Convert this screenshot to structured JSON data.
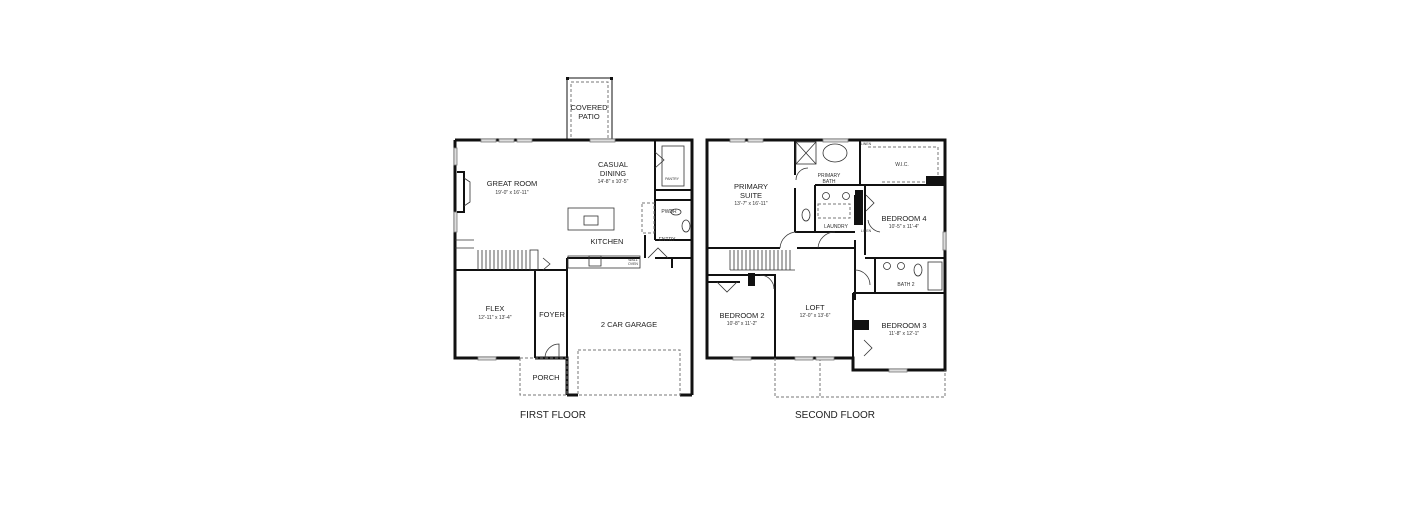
{
  "first_floor": {
    "title": "FIRST FLOOR",
    "rooms": {
      "covered_patio": [
        "COVERED",
        "PATIO"
      ],
      "great_room": {
        "name": "GREAT ROOM",
        "dims": "19'-0\" x 16'-11\""
      },
      "casual_dining": {
        "name": [
          "CASUAL",
          "DINING"
        ],
        "dims": "14'-8\" x 10'-5\""
      },
      "pantry": "PANTRY",
      "pwdr": "PWDR",
      "entry": "ENTRY",
      "kitchen": "KITCHEN",
      "wall_oven": [
        "WALL",
        "OVEN"
      ],
      "flex": {
        "name": "FLEX",
        "dims": "12'-11\" x 13'-4\""
      },
      "foyer": "FOYER",
      "porch": "PORCH",
      "garage": "2 CAR GARAGE"
    }
  },
  "second_floor": {
    "title": "SECOND FLOOR",
    "rooms": {
      "primary_suite": {
        "name": [
          "PRIMARY",
          "SUITE"
        ],
        "dims": "13'-7\" x 16'-11\""
      },
      "primary_bath": [
        "PRIMARY",
        "BATH"
      ],
      "wic": "W.I.C.",
      "linen1": "LINEN",
      "linen2": "LINEN",
      "laundry": "LAUNDRY",
      "bedroom4": {
        "name": "BEDROOM 4",
        "dims": "10'-5\" x 11'-4\""
      },
      "bath2": "BATH 2",
      "bedroom2": {
        "name": "BEDROOM 2",
        "dims": "10'-8\" x 11'-2\""
      },
      "loft": {
        "name": "LOFT",
        "dims": "12'-0\" x 13'-6\""
      },
      "bedroom3": {
        "name": "BEDROOM 3",
        "dims": "11'-8\" x 12'-1\""
      }
    }
  }
}
